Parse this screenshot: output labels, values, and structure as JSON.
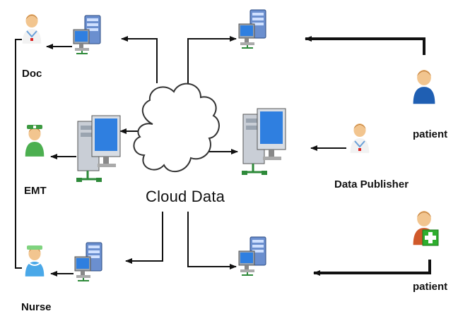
{
  "diagram": {
    "nodes": {
      "doc": {
        "label": "Doc",
        "icon": "doctor-icon"
      },
      "emt": {
        "label": "EMT",
        "icon": "emt-icon"
      },
      "nurse": {
        "label": "Nurse",
        "icon": "nurse-icon"
      },
      "cloud": {
        "label": "Cloud Data",
        "icon": "cloud-icon"
      },
      "publisher": {
        "label": "Data Publisher",
        "icon": "doctor-icon"
      },
      "patient_top": {
        "label": "patient",
        "icon": "patient-icon"
      },
      "patient_bottom": {
        "label": "patient",
        "icon": "patient-plus-icon"
      }
    },
    "colors": {
      "line": "#111111",
      "screen": "#2f7fe0",
      "server": "#5a7fc0",
      "cloud_fill": "#ffffff",
      "cloud_stroke": "#333333",
      "patient_top_body": "#1f5fb3",
      "patient_bottom_body": "#d0592a",
      "emt_body": "#4caf50",
      "nurse_body": "#4aa8e8",
      "doc_coat": "#f2f2f2"
    }
  }
}
